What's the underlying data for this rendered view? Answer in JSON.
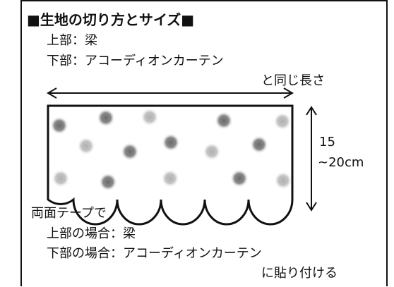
{
  "heading": "■生地の切り方とサイズ■",
  "cut_info": {
    "upper": "上部：梁",
    "lower": "下部：アコーディオンカーテン",
    "same_length": "と同じ長さ"
  },
  "height_label": {
    "line1": "15",
    "line2": "~20cm"
  },
  "tape_info": {
    "title": "両面テープで",
    "upper_case": "上部の場合：梁",
    "lower_case": "下部の場合：アコーディオンカーテン",
    "attach": "に貼り付ける"
  },
  "colors": {
    "outline": "#111111",
    "dot_dark": "#777777",
    "dot_light": "#bbbbbb"
  }
}
